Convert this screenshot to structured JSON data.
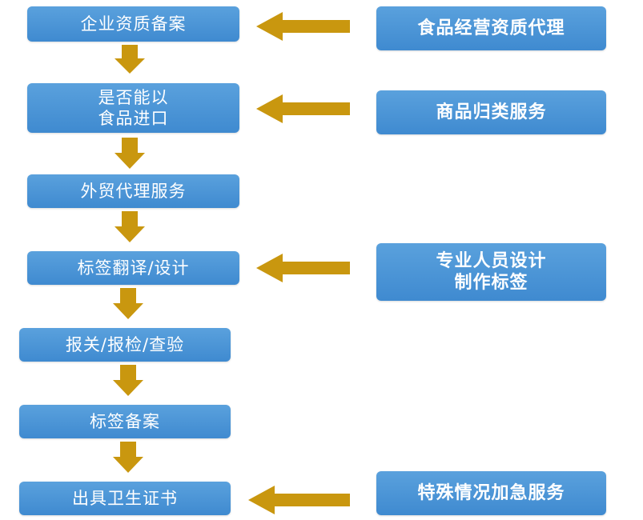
{
  "flow": {
    "steps": [
      "企业资质备案",
      "是否能以\n食品进口",
      "外贸代理服务",
      "标签翻译/设计",
      "报关/报检/查验",
      "标签备案",
      "出具卫生证书"
    ],
    "services": [
      "食品经营资质代理",
      "商品归类服务",
      "专业人员设计\n制作标签",
      "特殊情况加急服务"
    ]
  },
  "colors": {
    "box_fill": "#4a94d6",
    "arrow_fill": "#c9970f",
    "text": "#ffffff"
  }
}
